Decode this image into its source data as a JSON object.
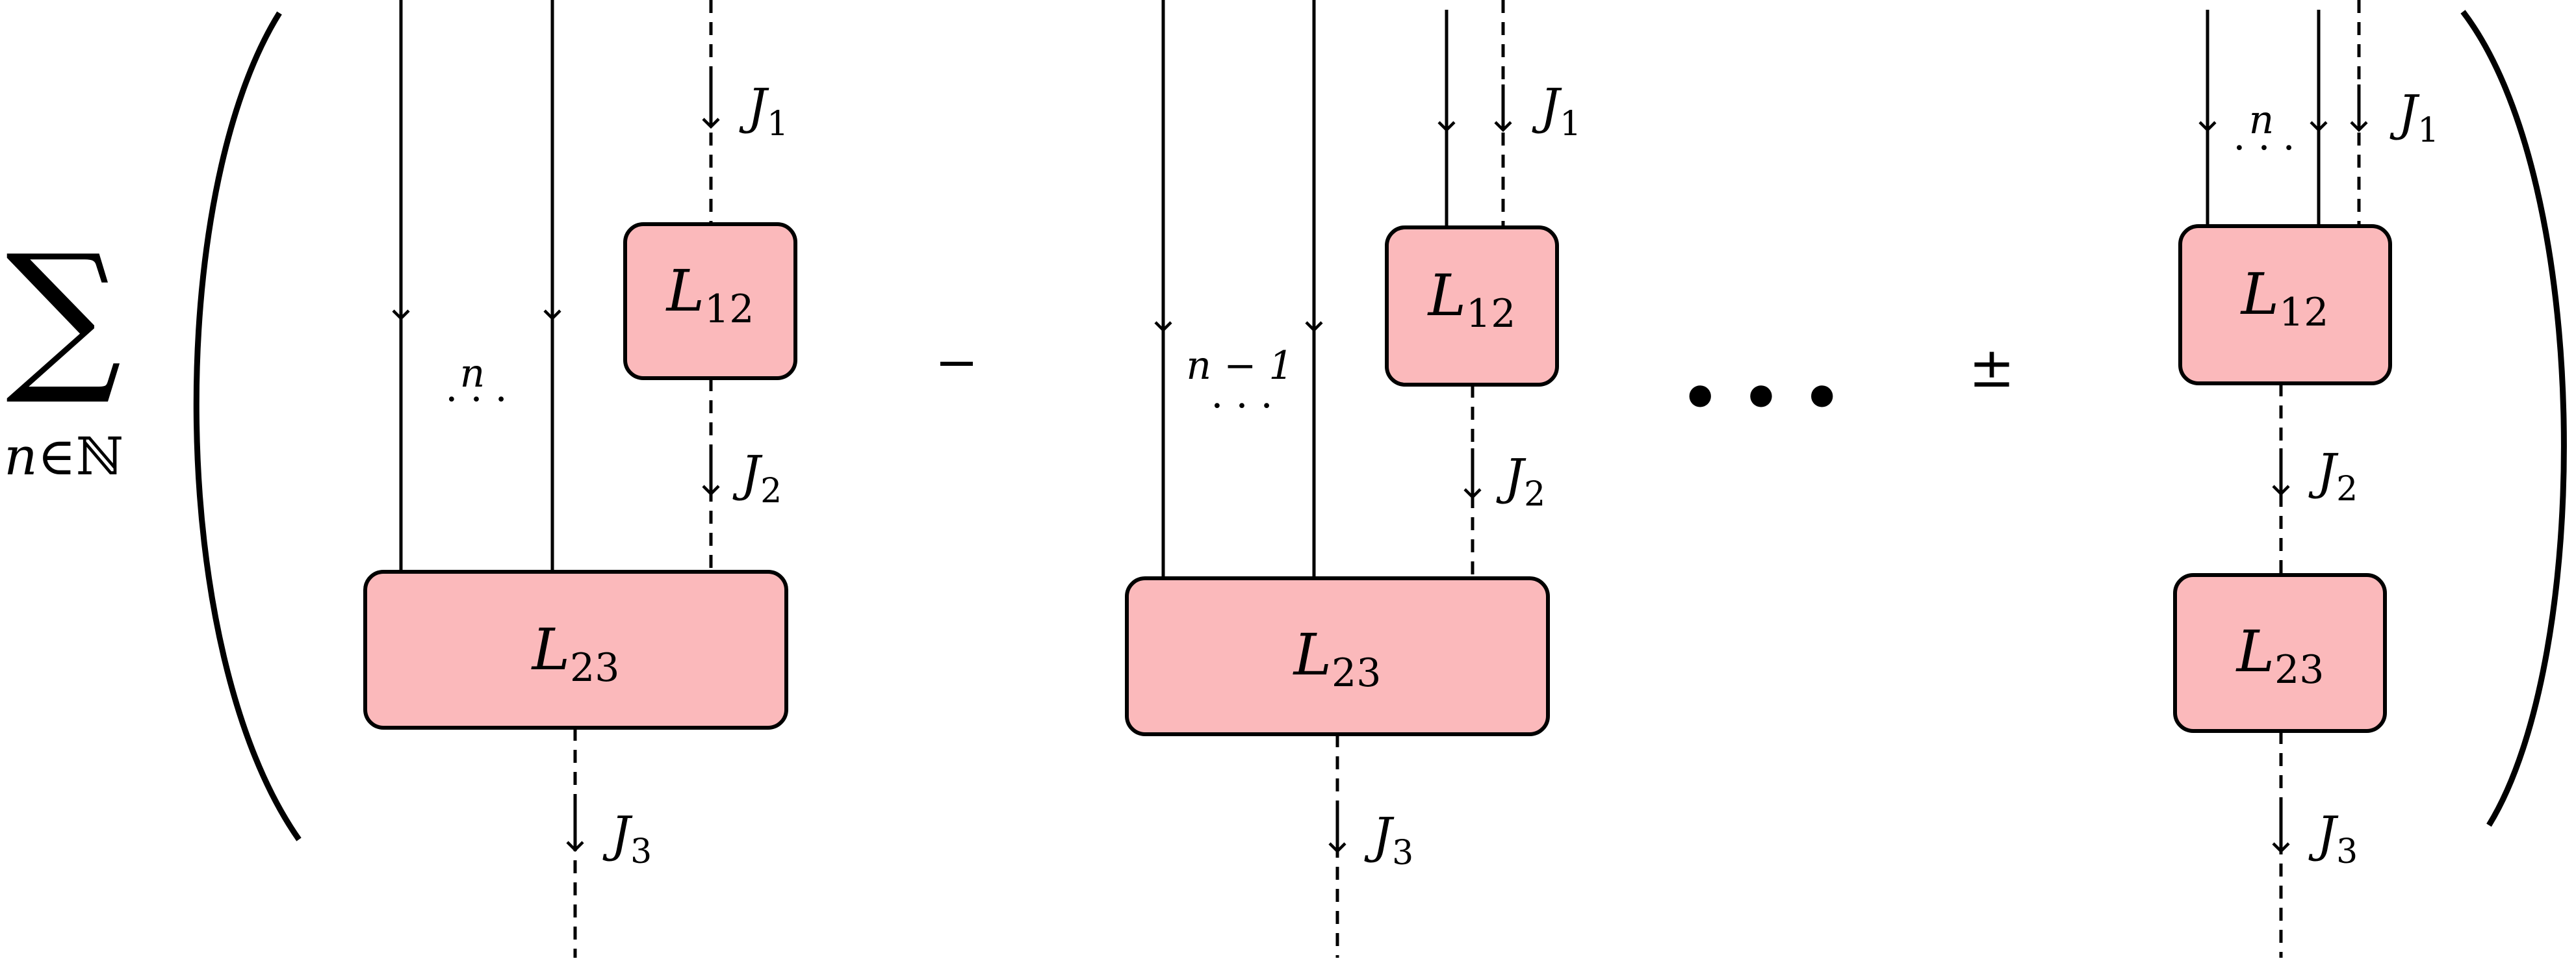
{
  "sum": {
    "symbol": "∑",
    "index_var": "n",
    "index_rel": "∈",
    "index_set": "ℕ"
  },
  "operators": {
    "minus": "−",
    "dots": "• • •",
    "pm": "±"
  },
  "labels": {
    "L12_base": "L",
    "L12_sub": "12",
    "L23_base": "L",
    "L23_sub": "23",
    "J_base": "J",
    "J1_sub": "1",
    "J2_sub": "2",
    "J3_sub": "3"
  },
  "terms": [
    {
      "wire_label": "n",
      "wire_dots": "· · ·"
    },
    {
      "wire_label": "n − 1",
      "wire_dots": "· · ·"
    },
    {
      "wire_label": "n",
      "wire_dots": "· · ·"
    }
  ],
  "colors": {
    "box_fill": "#FBB9BB",
    "stroke": "#000000"
  }
}
